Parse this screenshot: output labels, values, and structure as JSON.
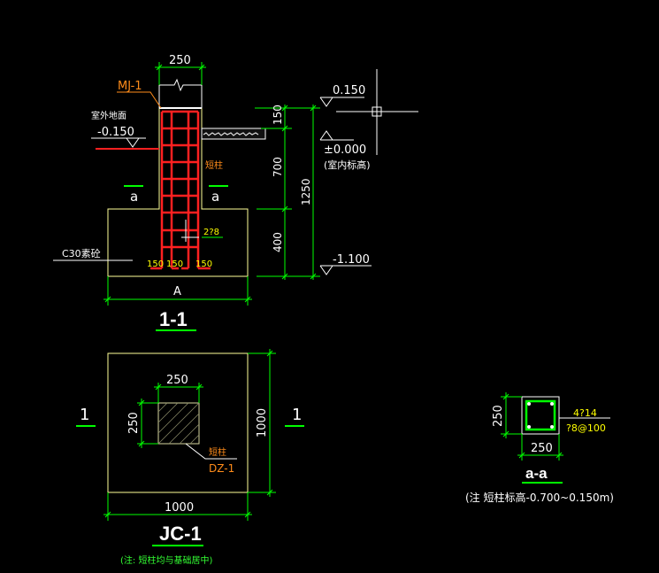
{
  "colors": {
    "bg": "#000000",
    "outline": "#ffff99",
    "dim": "#00ff00",
    "rebar": "#ff2020",
    "label_orange": "#ff8c1a",
    "label_yellow": "#ffff00",
    "text_white": "#ffffff",
    "note_green": "#33ff33",
    "hatch": "#d8d8a0"
  },
  "section": {
    "dim_top": "250",
    "mj": "MJ-1",
    "outdoor_label": "室外地面",
    "outdoor_level": "-0.150",
    "short_col": "短柱",
    "cut_a_left": "a",
    "cut_a_right": "a",
    "rebar_label": "2?8",
    "concrete": "C30素砼",
    "bot_150_left": "150",
    "bot_150_mid": "150",
    "bot_150_right": "150",
    "width_label": "A",
    "title": "1-1"
  },
  "elevation": {
    "top_level": "0.150",
    "zero_level": "±0.000",
    "indoor": "(室内标高)",
    "bottom_level": "-1.100",
    "d150": "150",
    "d700": "700",
    "d400": "400",
    "d1250": "1250"
  },
  "plan": {
    "dim_col_top": "250",
    "dim_col_left": "250",
    "dim_right": "1000",
    "dim_bottom": "1000",
    "cut_left": "1",
    "cut_right": "1",
    "short_col": "短柱",
    "dz": "DZ-1",
    "title": "JC-1",
    "note": "(注: 短柱均与基础居中)"
  },
  "aa": {
    "dim_side": "250",
    "dim_bottom": "250",
    "rebar_main": "4?14",
    "stirrup": "?8@100",
    "title": "a-a",
    "note": "(注 短柱标高-0.700~0.150m)"
  }
}
